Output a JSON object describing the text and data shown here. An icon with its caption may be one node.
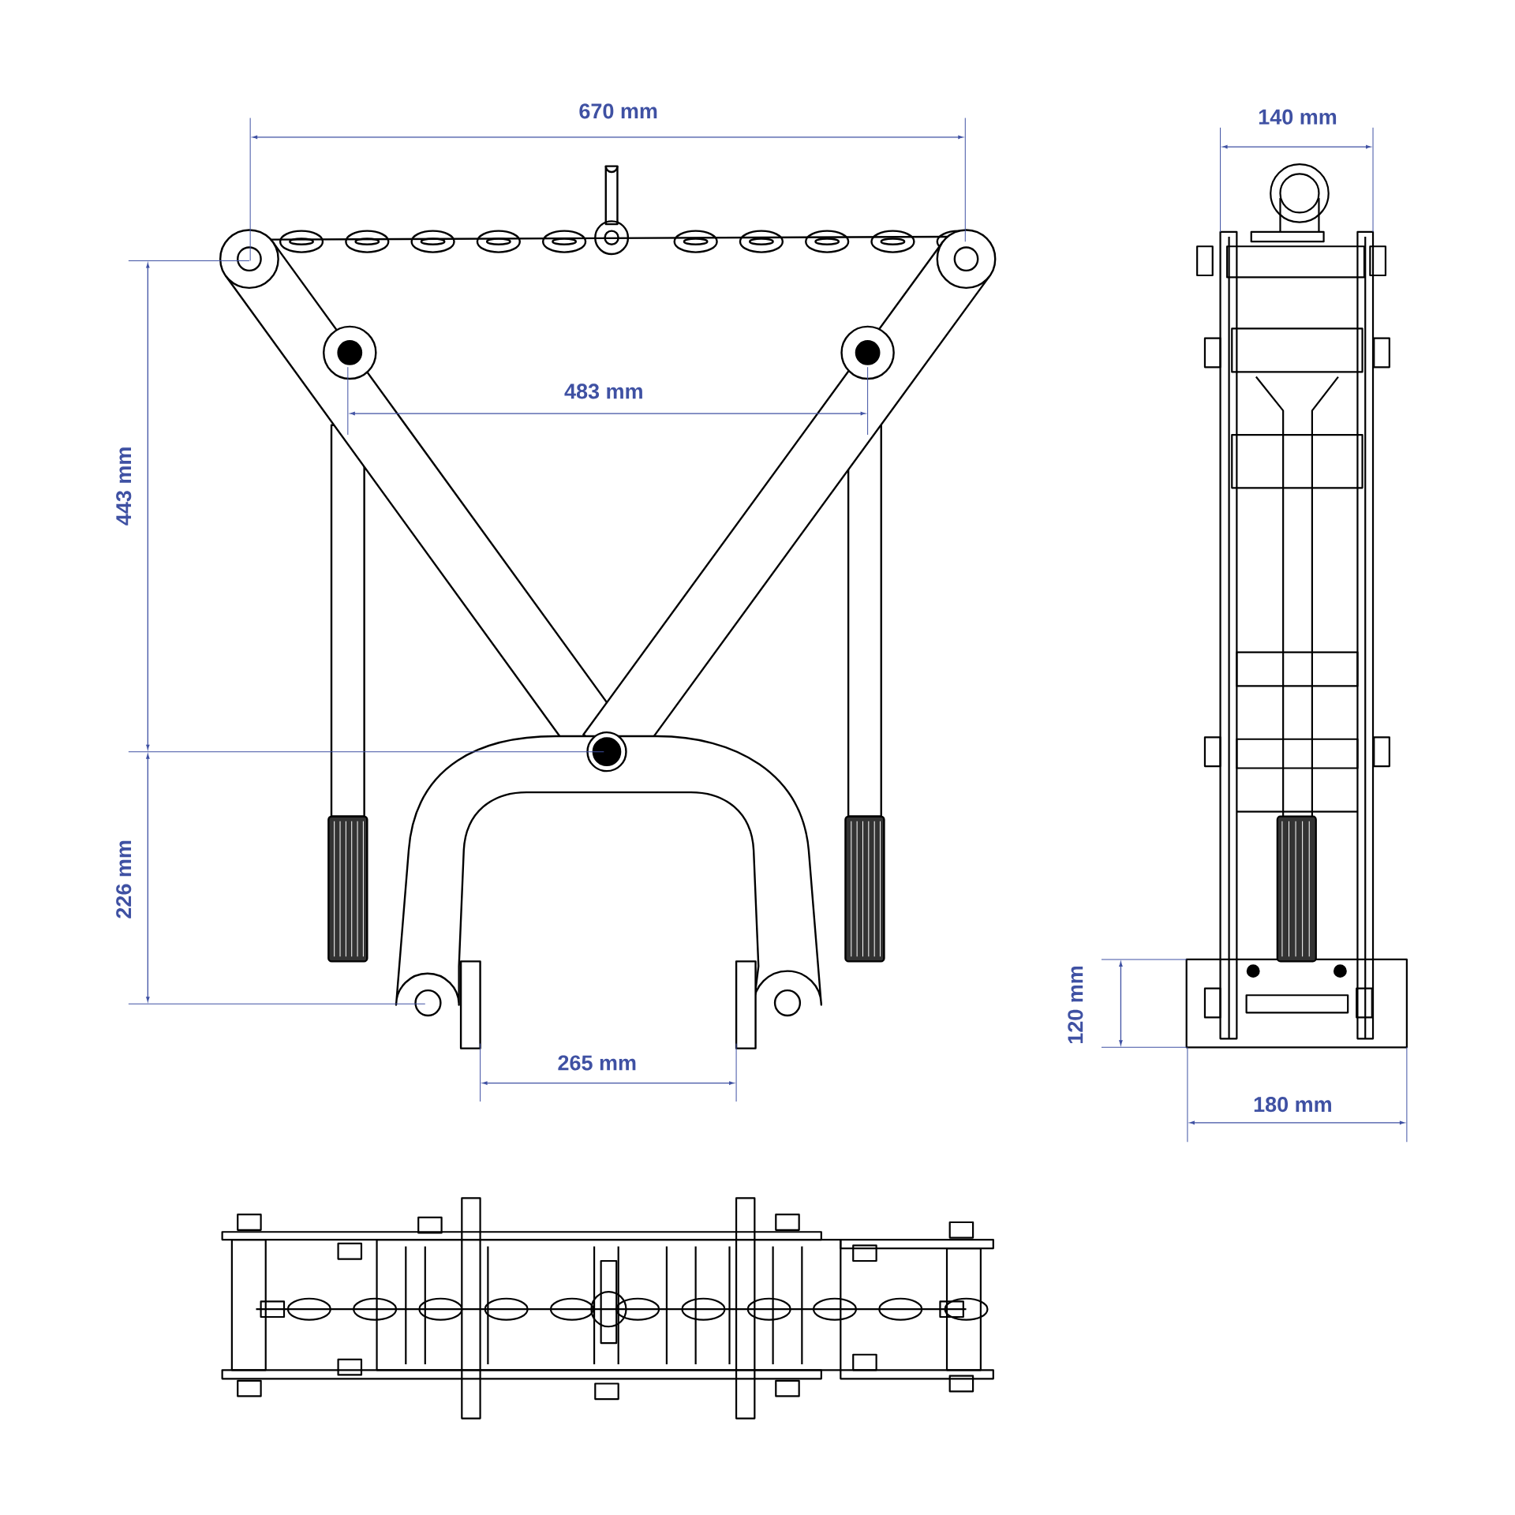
{
  "diagram": {
    "labels": [
      "670 mm",
      "140 mm",
      "483 mm",
      "443 mm",
      "226 mm",
      "120 mm",
      "265 mm",
      "180 mm"
    ]
  }
}
